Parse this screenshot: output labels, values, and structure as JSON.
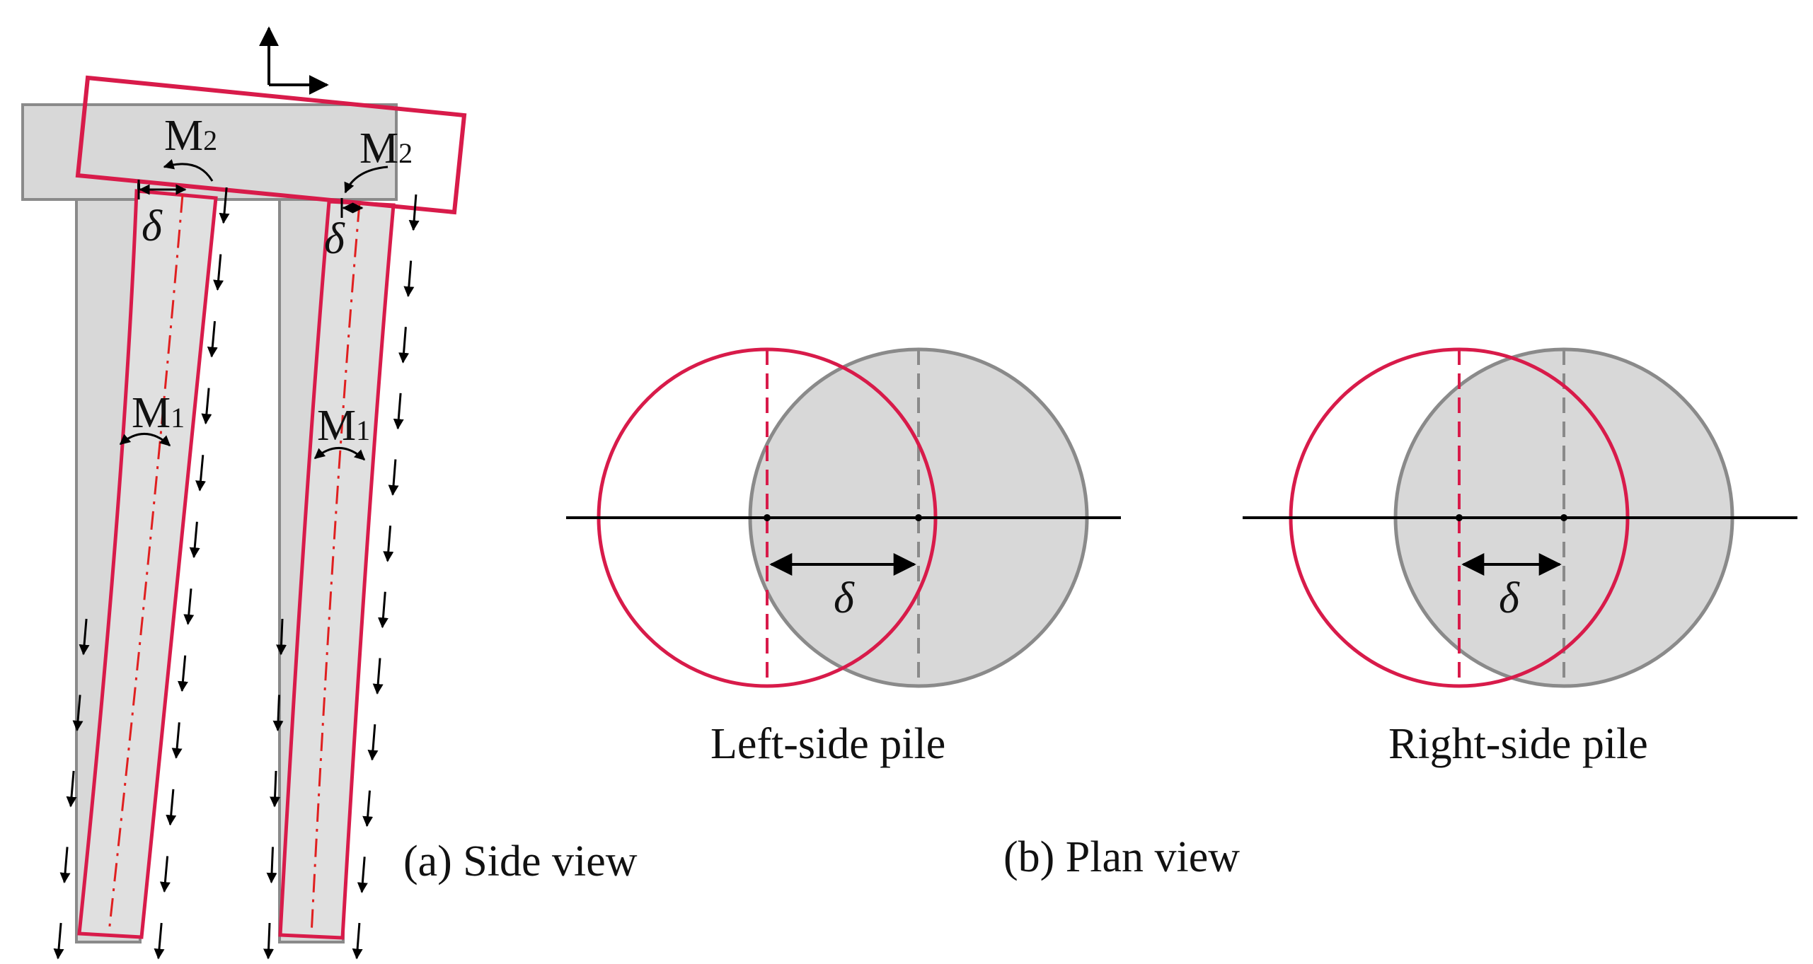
{
  "figure": {
    "side_view": {
      "caption": "(a) Side view",
      "moment_top": {
        "main": "M",
        "sub": "2"
      },
      "moment_mid": {
        "main": "M",
        "sub": "1"
      },
      "displacement": "δ"
    },
    "plan_view": {
      "caption": "(b) Plan view",
      "left_pile_caption": "Left-side pile",
      "right_pile_caption": "Right-side pile",
      "displacement": "δ"
    },
    "colors": {
      "displaced_outline": "#d81b4a",
      "original_fill": "#d8d8d8",
      "original_stroke": "#8a8a8a",
      "axis": "#000000",
      "centerline": "#e02020"
    }
  }
}
